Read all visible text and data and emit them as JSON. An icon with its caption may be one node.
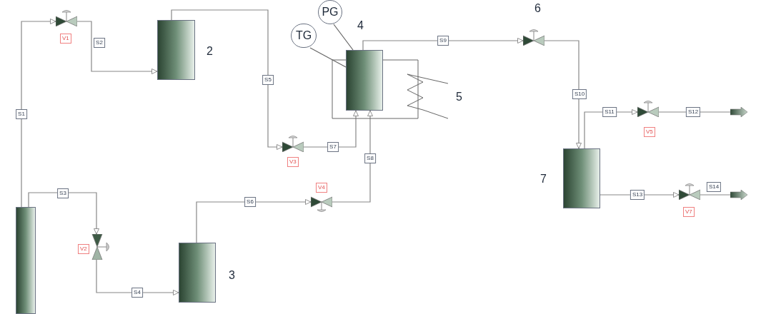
{
  "diagram": {
    "nodes": [
      {
        "text": [],
        "shape": "box"
      },
      {
        "text": [],
        "shape": "valve",
        "beside": [
          "V1"
        ]
      },
      {
        "text": [],
        "shape": "box",
        "beside": [
          "2"
        ]
      },
      {
        "text": [
          "PG"
        ]
      },
      {
        "text": [
          "TG"
        ]
      },
      {
        "text": [],
        "shape": "box",
        "beside": [
          "4"
        ]
      },
      {
        "text": [],
        "shape": "valve",
        "beside": [
          "6"
        ]
      },
      {
        "text": [],
        "shape": "valve",
        "beside": [
          "V3"
        ]
      },
      {
        "text": [],
        "shape": "valve",
        "beside": [
          "V4"
        ]
      },
      {
        "text": [],
        "shape": "valve",
        "beside": [
          "V2"
        ]
      },
      {
        "text": [],
        "shape": "box",
        "beside": [
          "3"
        ]
      },
      {
        "text": [],
        "shape": "valve",
        "beside": [
          "V5"
        ]
      },
      {
        "text": [],
        "shape": "box",
        "beside": [
          "7"
        ]
      },
      {
        "text": [],
        "shape": "valve",
        "beside": [
          "V7"
        ]
      },
      {
        "text": [],
        "shape": "arrow"
      },
      {
        "text": [],
        "shape": "arrow"
      }
    ],
    "edges": [
      {
        "from": 0,
        "to": 1,
        "arrow": "to",
        "label": "S1"
      },
      {
        "from": 1,
        "to": 2,
        "arrow": "to",
        "label": "S2"
      },
      {
        "from": 2,
        "to": 7,
        "arrow": "to",
        "label": "S5"
      },
      {
        "from": 7,
        "to": 5,
        "arrow": "to",
        "label": "S7"
      },
      {
        "from": 0,
        "to": 9,
        "arrow": "to",
        "label": "S3"
      },
      {
        "from": 9,
        "to": 10,
        "arrow": "to",
        "label": "S4"
      },
      {
        "from": 10,
        "to": 8,
        "arrow": "to",
        "label": "S6"
      },
      {
        "from": 8,
        "to": 5,
        "arrow": "to",
        "label": "S8"
      },
      {
        "from": 5,
        "to": 6,
        "arrow": "to",
        "label": "S9"
      },
      {
        "from": 6,
        "to": 12,
        "arrow": "to",
        "label": "S10"
      },
      {
        "from": 12,
        "to": 11,
        "arrow": "to",
        "label": "S11"
      },
      {
        "from": 11,
        "to": 14,
        "arrow": "none",
        "label": "S12"
      },
      {
        "from": 12,
        "to": 13,
        "arrow": "to",
        "label": "S13"
      },
      {
        "from": 13,
        "to": 15,
        "arrow": "none",
        "label": "S14"
      },
      {
        "from": 3,
        "to": 5,
        "arrow": "none"
      },
      {
        "from": 4,
        "to": 5,
        "arrow": "none"
      }
    ],
    "labels": [
      "5"
    ]
  }
}
